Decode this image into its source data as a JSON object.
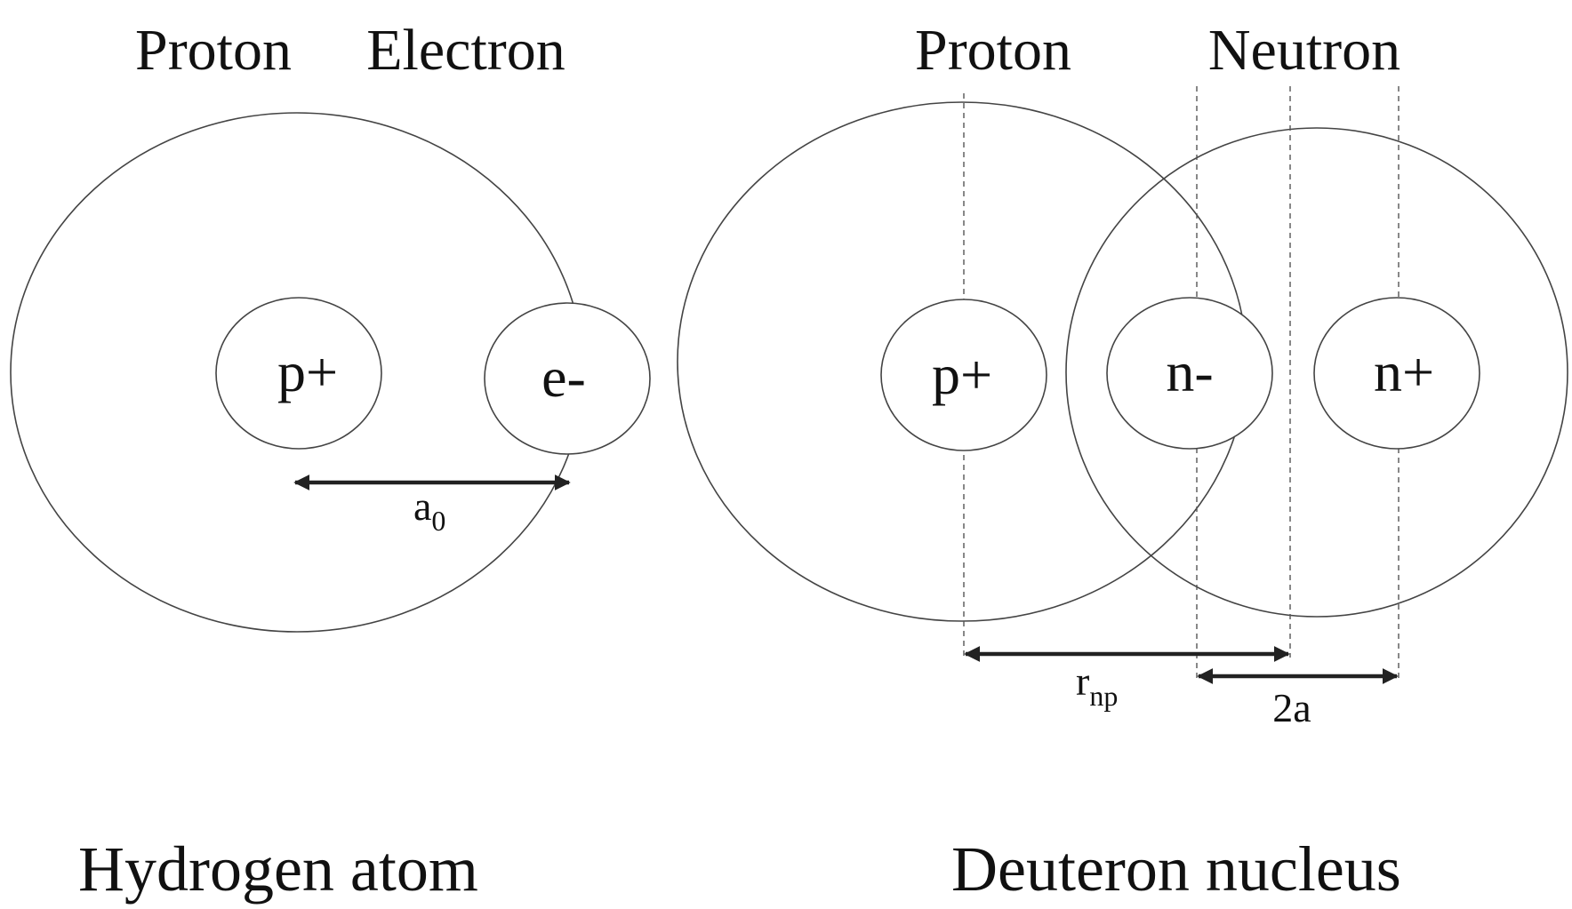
{
  "hydrogen": {
    "proton_header": "Proton",
    "electron_header": "Electron",
    "proton_label": "p+",
    "electron_label": "e-",
    "radius_base": "a",
    "radius_sub": "0",
    "caption": "Hydrogen atom"
  },
  "deuteron": {
    "proton_header": "Proton",
    "neutron_header": "Neutron",
    "proton_label": "p+",
    "neutron_minus_label": "n-",
    "neutron_plus_label": "n+",
    "separation_base": "r",
    "separation_sub": "np",
    "size_label": "2a",
    "caption": "Deuteron nucleus"
  }
}
